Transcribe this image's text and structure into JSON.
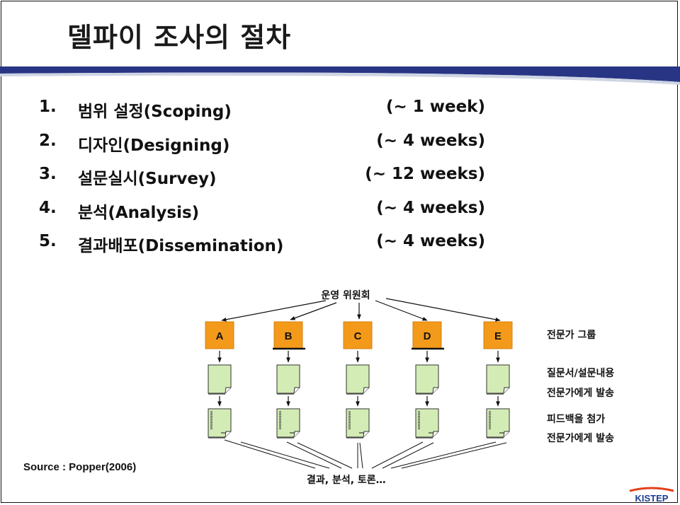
{
  "title": "델파이 조사의 절차",
  "steps": [
    {
      "num": "1.",
      "label": "범위 설정(Scoping)",
      "duration": "(~ 1 week)"
    },
    {
      "num": "2.",
      "label": "디자인(Designing)",
      "duration": "(~ 4 weeks)"
    },
    {
      "num": "3.",
      "label": "설문실시(Survey)",
      "duration": "(~ 12 weeks)"
    },
    {
      "num": "4.",
      "label": "분석(Analysis)",
      "duration": "(~ 4 weeks)"
    },
    {
      "num": "5.",
      "label": "결과배포(Dissemination)",
      "duration": "(~ 4 weeks)"
    }
  ],
  "diagram": {
    "committee": "운영 위원회",
    "groups": [
      "A",
      "B",
      "C",
      "D",
      "E"
    ],
    "expert_group_label": "전문가 그룹",
    "questionnaire_label_1": "질문서/설문내용",
    "questionnaire_label_2": "전문가에게 발송",
    "feedback_label_1": "피드백을 첨가",
    "feedback_label_2": "전문가에게 발송",
    "result_label": "결과, 분석, 토론…",
    "box_color": "#f39a1a",
    "doc_color": "#d3ecb5"
  },
  "source": "Source : Popper(2006)",
  "logo": "KISTEP"
}
